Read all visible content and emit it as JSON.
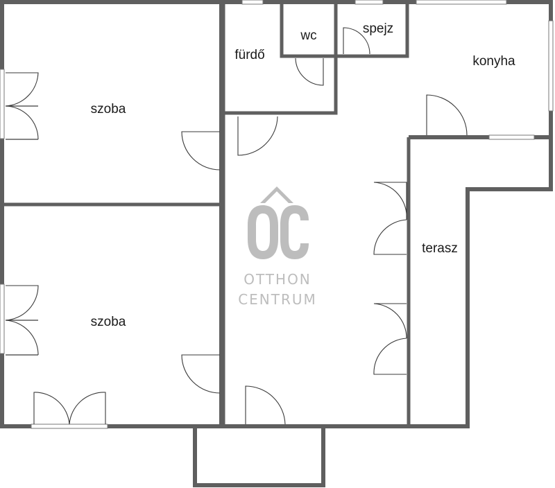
{
  "rooms": {
    "szoba_upper": "szoba",
    "szoba_lower": "szoba",
    "furdo": "fürdő",
    "wc": "wc",
    "spejz": "spejz",
    "konyha": "konyha",
    "terasz": "terasz"
  },
  "logo": {
    "mark": "ÔC",
    "line1": "OTTHON",
    "line2": "CENTRUM"
  },
  "colors": {
    "wall": "#5f5f5f",
    "logo": "#bdbdbd",
    "text": "#1a1a1a"
  }
}
